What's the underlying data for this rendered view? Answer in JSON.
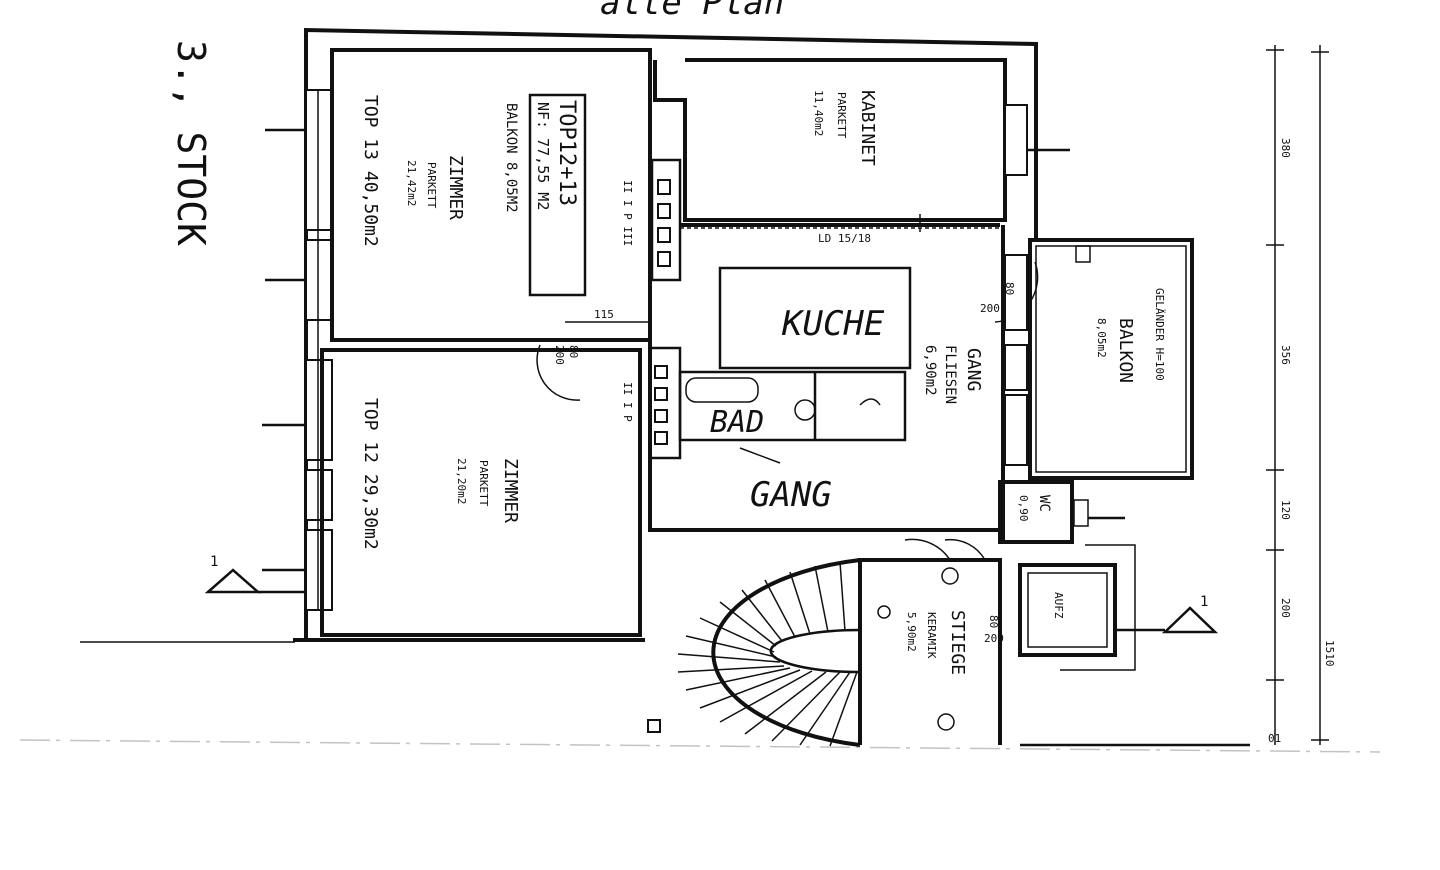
{
  "header": {
    "top_scribble": "alte Plan",
    "floor": "3., STOCK"
  },
  "rooms": {
    "top12_13_box": {
      "line1": "TOP12+13",
      "line2": "NF: 77,55 M2",
      "balkon": "BALKON 8,05M2"
    },
    "top13": {
      "name": "ZIMMER",
      "floor": "PARKETT",
      "area": "21,42m2",
      "unit": "TOP 13 40,50m2"
    },
    "top12": {
      "name": "ZIMMER",
      "floor": "PARKETT",
      "area": "21,20m2",
      "unit": "TOP 12 29,30m2"
    },
    "kabinet": {
      "name": "KABINET",
      "floor": "PARKETT",
      "area": "11,40m2"
    },
    "kuche": "KUCHE",
    "bad": "BAD",
    "gang_hand": "GANG",
    "gang": {
      "name": "GANG",
      "floor": "FLIESEN",
      "area": "6,90m2"
    },
    "balkon": {
      "name": "BALKON",
      "area": "8,05m2",
      "rail": "GELÄNDER H=100"
    },
    "wc": {
      "name": "WC",
      "area": "0,90"
    },
    "aufz": "AUFZ",
    "stiege": {
      "name": "STIEGE",
      "floor": "KERAMIK",
      "area": "5,90m2"
    }
  },
  "labels": {
    "ld": "LD 15/18",
    "d115": "115",
    "d80a": "80",
    "d200a": "200",
    "d80b": "80",
    "d200b": "200",
    "d80c": "80",
    "d200c": "200",
    "window_a": "II I P III",
    "window_b": "II I P",
    "section_left": "1",
    "section_right": "1"
  },
  "dimensions": {
    "d380": "380",
    "d356": "356",
    "d120": "120",
    "d200": "200",
    "total": "1510",
    "d01": "01"
  }
}
